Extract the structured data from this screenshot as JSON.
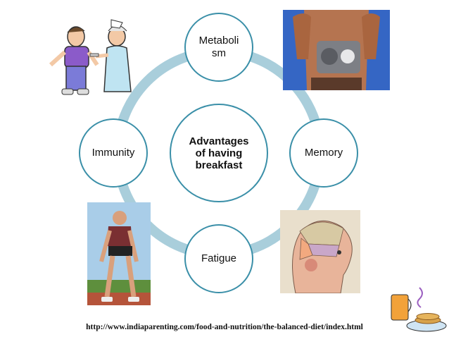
{
  "diagram": {
    "center_label_lines": [
      "Advantages",
      "of having",
      "breakfast"
    ],
    "nodes": {
      "top": [
        "Metaboli",
        "sm"
      ],
      "right": [
        "Memory"
      ],
      "bottom": [
        "Fatigue"
      ],
      "left": [
        "Immunity"
      ]
    },
    "ring_color": "#a9cedb",
    "node_border_color": "#3a8fa8"
  },
  "source_url": "http://www.indiaparenting.com/food-and-nutrition/the-balanced-diet/index.html",
  "images": {
    "top_left": "nurse-giving-injection-cartoon",
    "top_right": "torso-with-engine-photo",
    "bottom_left": "tired-runner-photo",
    "bottom_right": "phrenology-head-illustration",
    "bottom_corner": "breakfast-pancakes-and-juice-icon"
  }
}
